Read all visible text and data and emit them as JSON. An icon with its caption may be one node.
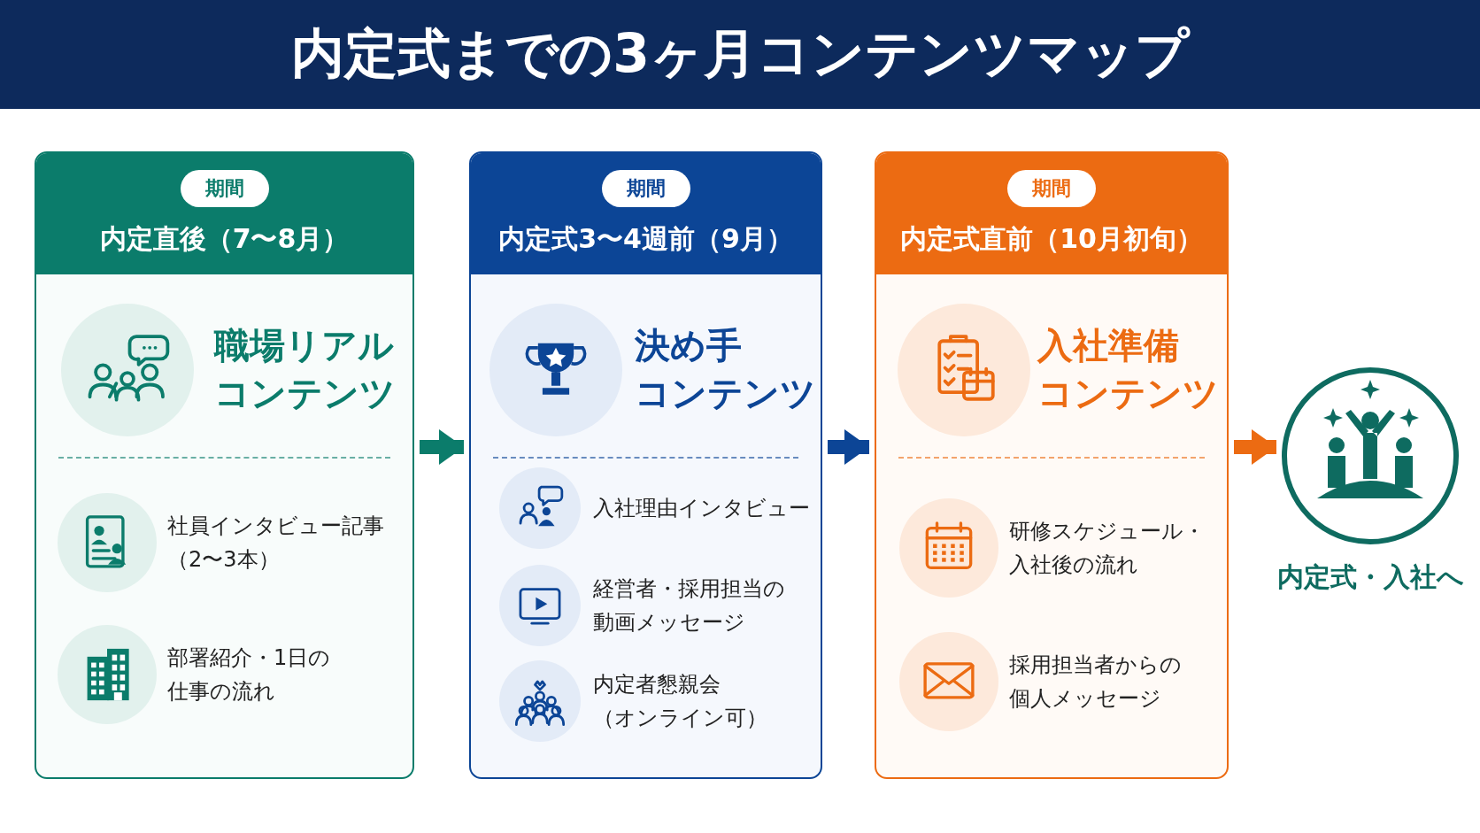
{
  "diagram": {
    "title": "内定式までの3ヶ月コンテンツマップ",
    "nodes": [
      {
        "text": [
          "期間",
          "内定直後（7〜8月）",
          "職場リアルコンテンツ"
        ]
      },
      {
        "text": [
          "社員インタビュー記事（2〜3本）"
        ],
        "in": 0
      },
      {
        "text": [
          "部署紹介・1日の仕事の流れ"
        ],
        "in": 0
      },
      {
        "text": [
          "期間",
          "内定式3〜4週前（9月）",
          "決め手コンテンツ"
        ]
      },
      {
        "text": [
          "入社理由インタビュー"
        ],
        "in": 3
      },
      {
        "text": [
          "経営者・採用担当の動画メッセージ"
        ],
        "in": 3
      },
      {
        "text": [
          "内定者懇親会（オンライン可）"
        ],
        "in": 3
      },
      {
        "text": [
          "期間",
          "内定式直前（10月初旬）",
          "入社準備コンテンツ"
        ]
      },
      {
        "text": [
          "研修スケジュール・入社後の流れ"
        ],
        "in": 7
      },
      {
        "text": [
          "採用担当者からの個人メッセージ"
        ],
        "in": 7
      },
      {
        "text": [
          "内定式・入社へ"
        ]
      }
    ],
    "edges": [
      {
        "from": 0,
        "to": 3,
        "arrow": "to",
        "color": "#0b7c6b"
      },
      {
        "from": 3,
        "to": 7,
        "arrow": "to",
        "color": "#0c4596"
      },
      {
        "from": 7,
        "to": 10,
        "arrow": "to",
        "color": "#ec6b12"
      }
    ]
  }
}
